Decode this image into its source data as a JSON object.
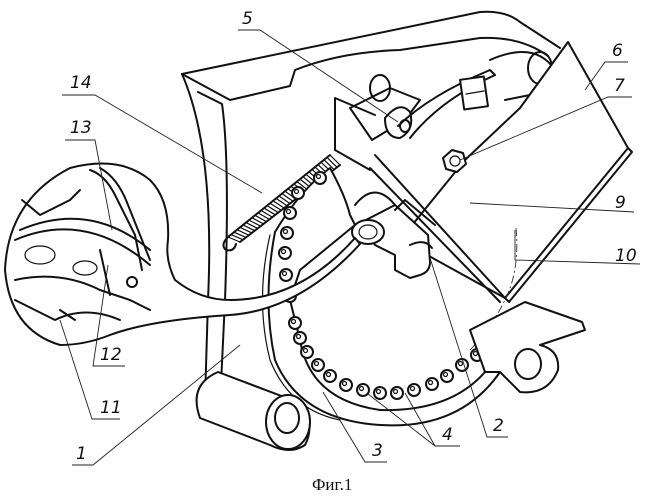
{
  "figure": {
    "caption": "Фиг.1",
    "type": "patent technical drawing (isometric view of mechanism with magnified detail circle)"
  },
  "callouts": [
    {
      "id": "1",
      "label": "1"
    },
    {
      "id": "2",
      "label": "2"
    },
    {
      "id": "3",
      "label": "3"
    },
    {
      "id": "4",
      "label": "4"
    },
    {
      "id": "5",
      "label": "5"
    },
    {
      "id": "6",
      "label": "6"
    },
    {
      "id": "7",
      "label": "7"
    },
    {
      "id": "9",
      "label": "9"
    },
    {
      "id": "10",
      "label": "10"
    },
    {
      "id": "11",
      "label": "11"
    },
    {
      "id": "12",
      "label": "12"
    },
    {
      "id": "13",
      "label": "13"
    },
    {
      "id": "14",
      "label": "14"
    }
  ],
  "colors": {
    "line": "#111111",
    "background": "#ffffff"
  }
}
